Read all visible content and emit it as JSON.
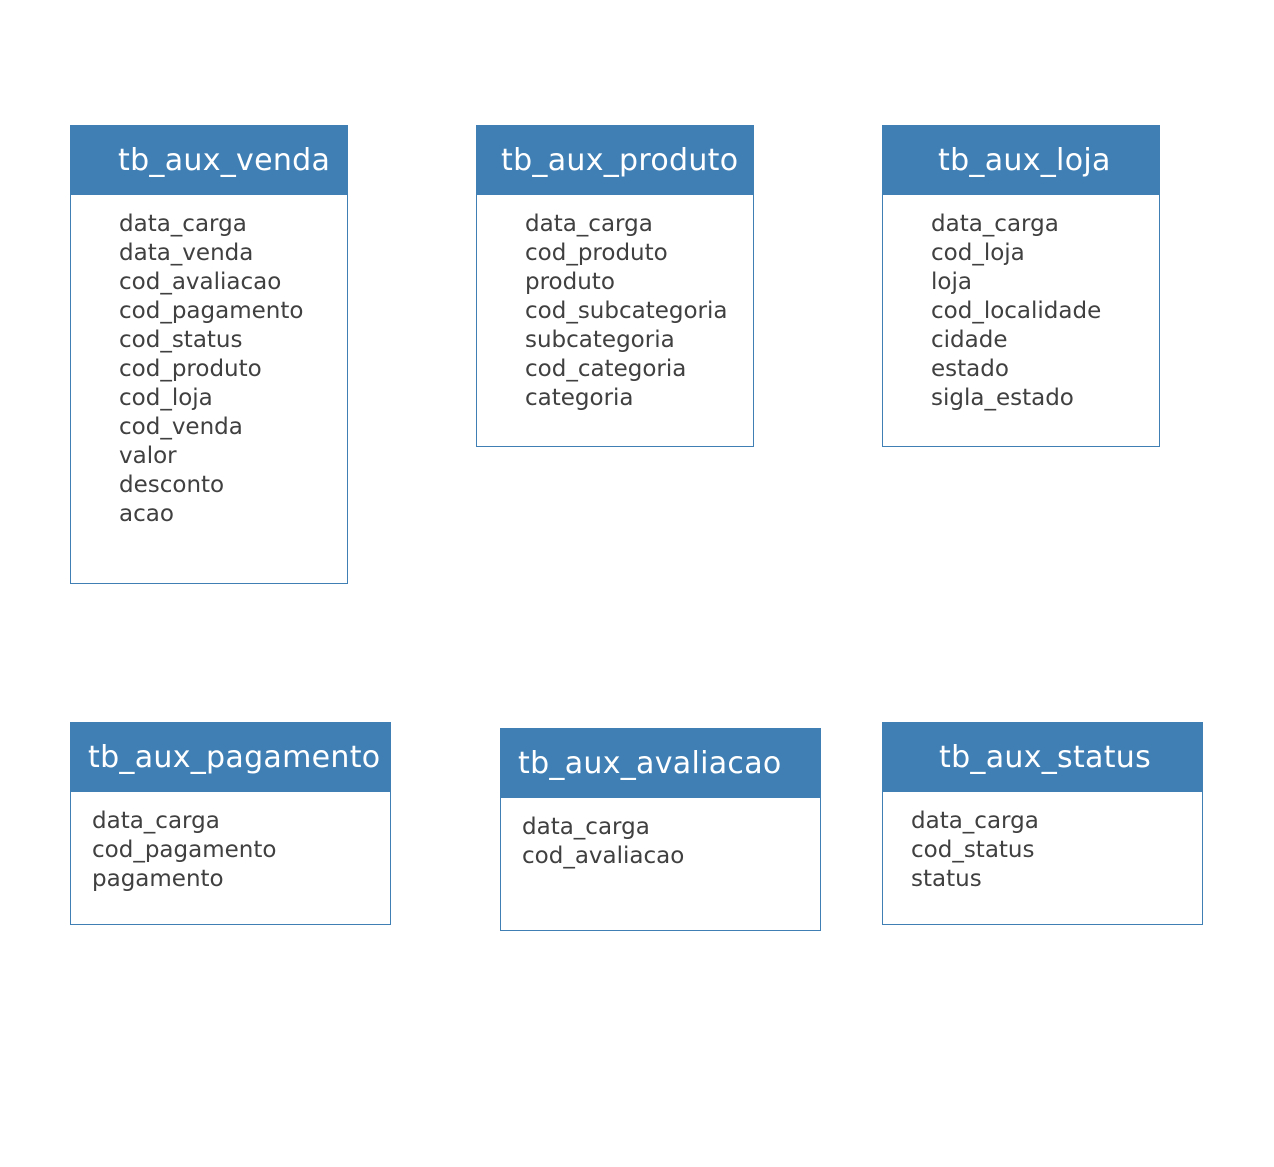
{
  "colors": {
    "header_background": "#3f7fb4",
    "header_text": "#ffffff",
    "border": "#3f7fb4",
    "field_text": "#404040",
    "page_background": "#ffffff"
  },
  "tables": [
    {
      "name": "tb_aux_venda",
      "fields": [
        "data_carga",
        "data_venda",
        "cod_avaliacao",
        "cod_pagamento",
        "cod_status",
        "cod_produto",
        "cod_loja",
        "cod_venda",
        "valor",
        "desconto",
        "acao"
      ]
    },
    {
      "name": "tb_aux_produto",
      "fields": [
        "data_carga",
        "cod_produto",
        "produto",
        "cod_subcategoria",
        "subcategoria",
        "cod_categoria",
        "categoria"
      ]
    },
    {
      "name": "tb_aux_loja",
      "fields": [
        "data_carga",
        "cod_loja",
        "loja",
        "cod_localidade",
        "cidade",
        "estado",
        "sigla_estado"
      ]
    },
    {
      "name": "tb_aux_pagamento",
      "fields": [
        "data_carga",
        "cod_pagamento",
        "pagamento"
      ]
    },
    {
      "name": "tb_aux_avaliacao",
      "fields": [
        "data_carga",
        "cod_avaliacao"
      ]
    },
    {
      "name": "tb_aux_status",
      "fields": [
        "data_carga",
        "cod_status",
        "status"
      ]
    }
  ]
}
